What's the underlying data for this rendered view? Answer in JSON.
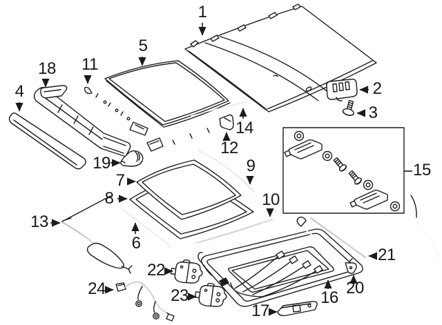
{
  "page": {
    "background_color": "#ffffff",
    "line_color": "#1b1b1b"
  },
  "callouts": [
    {
      "label": "1"
    },
    {
      "label": "2"
    },
    {
      "label": "3"
    },
    {
      "label": "4"
    },
    {
      "label": "5"
    },
    {
      "label": "6"
    },
    {
      "label": "7"
    },
    {
      "label": "8"
    },
    {
      "label": "9"
    },
    {
      "label": "10"
    },
    {
      "label": "11"
    },
    {
      "label": "12"
    },
    {
      "label": "13"
    },
    {
      "label": "14"
    },
    {
      "label": "15"
    },
    {
      "label": "16"
    },
    {
      "label": "17"
    },
    {
      "label": "18"
    },
    {
      "label": "19"
    },
    {
      "label": "20"
    },
    {
      "label": "21"
    },
    {
      "label": "22"
    },
    {
      "label": "23"
    },
    {
      "label": "24"
    }
  ]
}
